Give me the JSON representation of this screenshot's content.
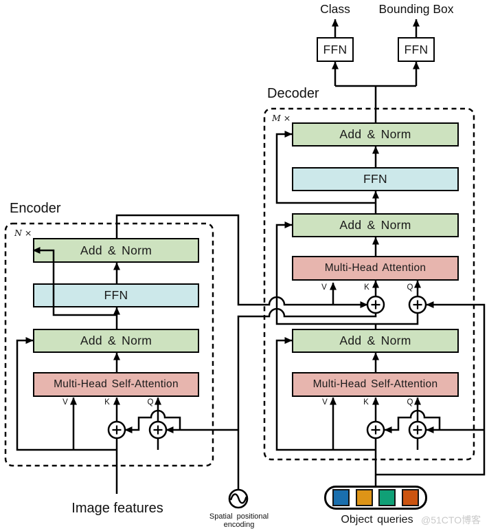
{
  "top": {
    "class_label": "Class",
    "bounding_box_label": "Bounding Box",
    "ffn_class": "FFN",
    "ffn_bbox": "FFN"
  },
  "encoder": {
    "title": "Encoder",
    "multiplier": "N ×",
    "add_norm_upper": "Add & Norm",
    "ffn": "FFN",
    "add_norm_lower": "Add & Norm",
    "self_attention": "Multi-Head Self-Attention"
  },
  "decoder": {
    "title": "Decoder",
    "multiplier": "M ×",
    "add_norm_top": "Add & Norm",
    "ffn": "FFN",
    "add_norm_mid": "Add & Norm",
    "cross_attention": "Multi-Head Attention",
    "add_norm_bottom": "Add & Norm",
    "self_attention": "Multi-Head Self-Attention"
  },
  "ports": {
    "v": "V",
    "k": "K",
    "q": "Q"
  },
  "inputs": {
    "image_features": "Image features",
    "spatial_pos_line1": "Spatial positional",
    "spatial_pos_line2": "encoding",
    "object_queries": "Object queries"
  },
  "watermark": "@51CTO博客",
  "colors": {
    "add_norm": "#cde2bf",
    "ffn": "#cce8ea",
    "attention": "#e7b5ae",
    "line": "#000000",
    "watermark": "#c9c9c9",
    "object_query_colors": [
      "#1a6fae",
      "#de9417",
      "#10a076",
      "#cc5410"
    ]
  }
}
